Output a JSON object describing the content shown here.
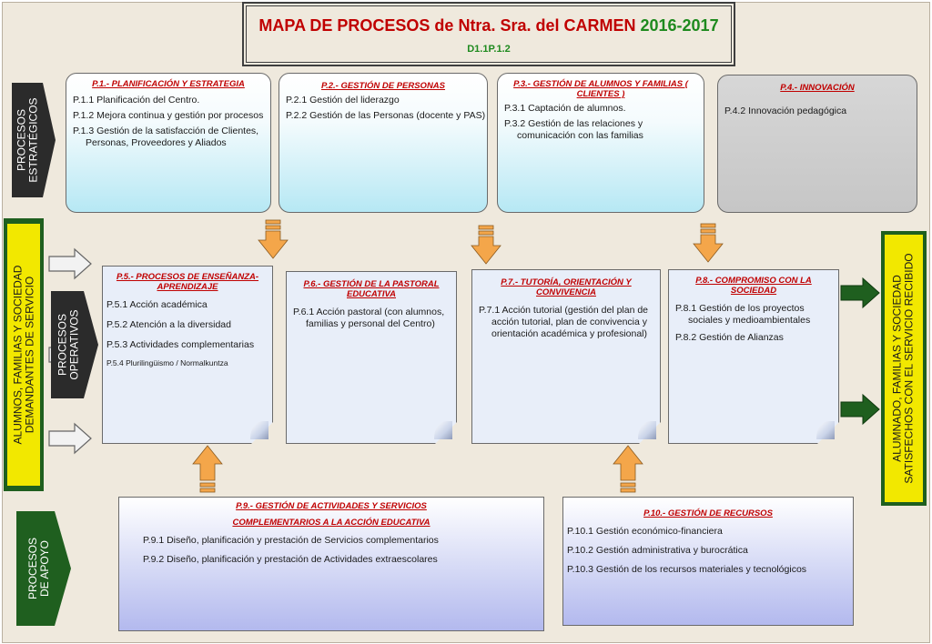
{
  "title": {
    "main": "MAPA DE PROCESOS de Ntra. Sra. del CARMEN",
    "year": "2016-2017",
    "code": "D1.1P.1.2"
  },
  "side_labels": {
    "estrategicos": [
      "PROCESOS",
      "ESTRATÉGICOS"
    ],
    "operativos": [
      "PROCESOS",
      "OPERATIVOS"
    ],
    "apoyo": [
      "PROCESOS",
      "DE APOYO"
    ],
    "left_banner": [
      "ALUMNOS, FAMILIAS Y SOCIEDAD",
      "DEMANDANTES DE SERVICIO"
    ],
    "right_banner": [
      "ALUMNADO, FAMILIAS Y SOCIEDAD",
      "SATISFECHOS CON EL SERVICIO RECIBIDO"
    ]
  },
  "strategic": [
    {
      "title": "P.1.- PLANIFICACIÓN Y ESTRATEGIA",
      "items": [
        "P.1.1 Planificación del Centro.",
        "P.1.2 Mejora continua y gestión por procesos",
        "P.1.3 Gestión de la satisfacción de Clientes, Personas, Proveedores y Aliados"
      ]
    },
    {
      "title": "P.2.- GESTIÓN DE PERSONAS",
      "items": [
        "P.2.1 Gestión del liderazgo",
        "P.2.2 Gestión de las Personas (docente y PAS)"
      ]
    },
    {
      "title": "P.3.- GESTIÓN DE ALUMNOS Y FAMILIAS ( CLIENTES )",
      "items": [
        "P.3.1 Captación de alumnos.",
        "P.3.2 Gestión de las relaciones y comunicación con las familias"
      ]
    },
    {
      "title": "P.4.- INNOVACIÓN",
      "items": [
        "P.4.2 Innovación pedagógica"
      ]
    }
  ],
  "operative": [
    {
      "title": "P.5.- PROCESOS DE ENSEÑANZA-APRENDIZAJE",
      "items": [
        "P.5.1 Acción académica",
        "P.5.2 Atención a la diversidad",
        "P.5.3 Actividades complementarias",
        "P.5.4 Plurilingüismo / Normalkuntza"
      ]
    },
    {
      "title": "P.6.- GESTIÓN DE LA PASTORAL EDUCATIVA",
      "items": [
        "P.6.1 Acción pastoral (con alumnos, familias y personal del Centro)"
      ]
    },
    {
      "title": "P.7.- TUTORÍA, ORIENTACIÓN Y CONVIVENCIA",
      "items": [
        "P.7.1 Acción tutorial (gestión del plan de acción tutorial, plan de convivencia y orientación académica y profesional)"
      ]
    },
    {
      "title": "P.8.- COMPROMISO CON LA SOCIEDAD",
      "items": [
        "P.8.1 Gestión de los proyectos sociales y medioambientales",
        "P.8.2 Gestión de Alianzas"
      ]
    }
  ],
  "support": [
    {
      "title_lines": [
        "P.9.- GESTIÓN DE ACTIVIDADES Y SERVICIOS",
        "COMPLEMENTARIOS A LA ACCIÓN EDUCATIVA"
      ],
      "items": [
        "P.9.1 Diseño, planificación y prestación de Servicios complementarios",
        "P.9.2 Diseño, planificación y prestación de Actividades extraescolares"
      ]
    },
    {
      "title_lines": [
        "P.10.- GESTIÓN DE RECURSOS"
      ],
      "items": [
        "P.10.1 Gestión económico-financiera",
        "P.10.2 Gestión administrativa y burocrática",
        "P.10.3 Gestión de los recursos materiales y tecnológicos"
      ]
    }
  ],
  "colors": {
    "title_red": "#c00000",
    "title_green": "#1e8a1e",
    "banner_yellow": "#f2e800",
    "banner_green": "#1f5f1f",
    "arrow_orange": "#f4a64a"
  }
}
